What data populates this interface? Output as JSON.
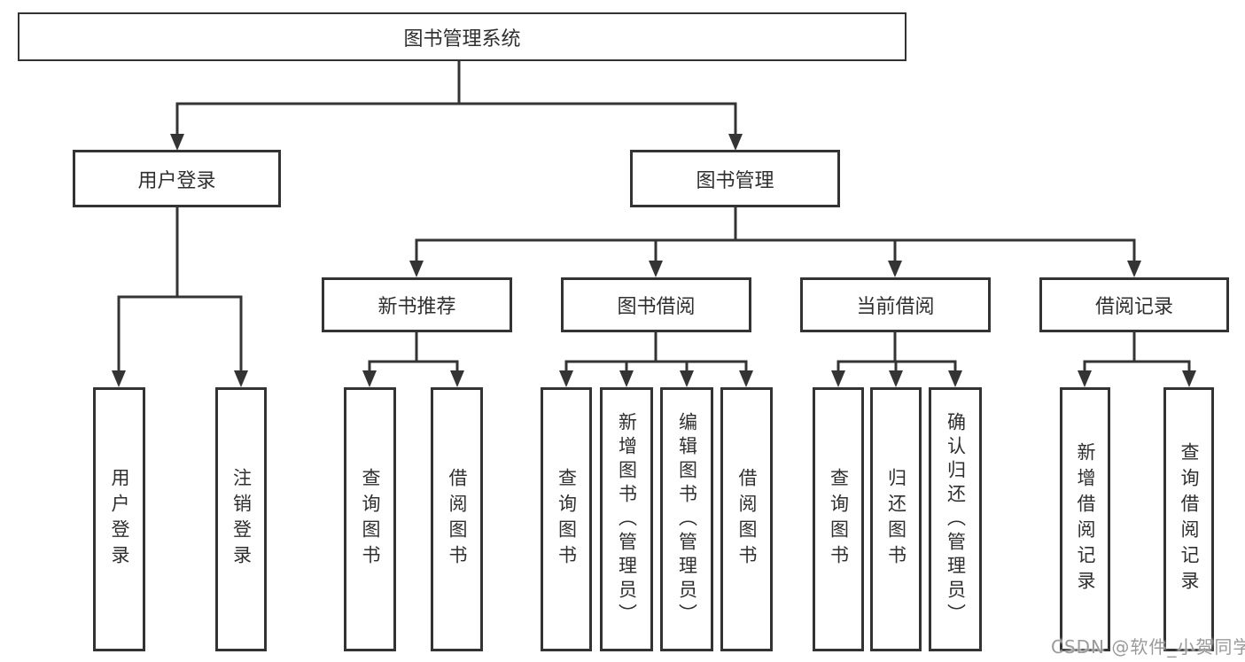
{
  "tree": {
    "label": "图书管理系统",
    "children": [
      {
        "label": "用户登录",
        "children": [
          {
            "label": "用户登录"
          },
          {
            "label": "注销登录"
          }
        ]
      },
      {
        "label": "图书管理",
        "children": [
          {
            "label": "新书推荐",
            "children": [
              {
                "label": "查询图书"
              },
              {
                "label": "借阅图书"
              }
            ]
          },
          {
            "label": "图书借阅",
            "children": [
              {
                "label": "查询图书"
              },
              {
                "label": "新增图书（管理员）"
              },
              {
                "label": "编辑图书（管理员）"
              },
              {
                "label": "借阅图书"
              }
            ]
          },
          {
            "label": "当前借阅",
            "children": [
              {
                "label": "查询图书"
              },
              {
                "label": "归还图书"
              },
              {
                "label": "确认归还（管理员）"
              }
            ]
          },
          {
            "label": "借阅记录",
            "children": [
              {
                "label": "新增借阅记录"
              },
              {
                "label": "查询借阅记录"
              }
            ]
          }
        ]
      }
    ]
  },
  "watermark": "CSDN @软件_小贺同学",
  "colors": {
    "line": "#343434",
    "box_border": "#333333",
    "text": "#2f2f2f",
    "background": "#ffffff",
    "watermark": "#9a9a9a"
  }
}
